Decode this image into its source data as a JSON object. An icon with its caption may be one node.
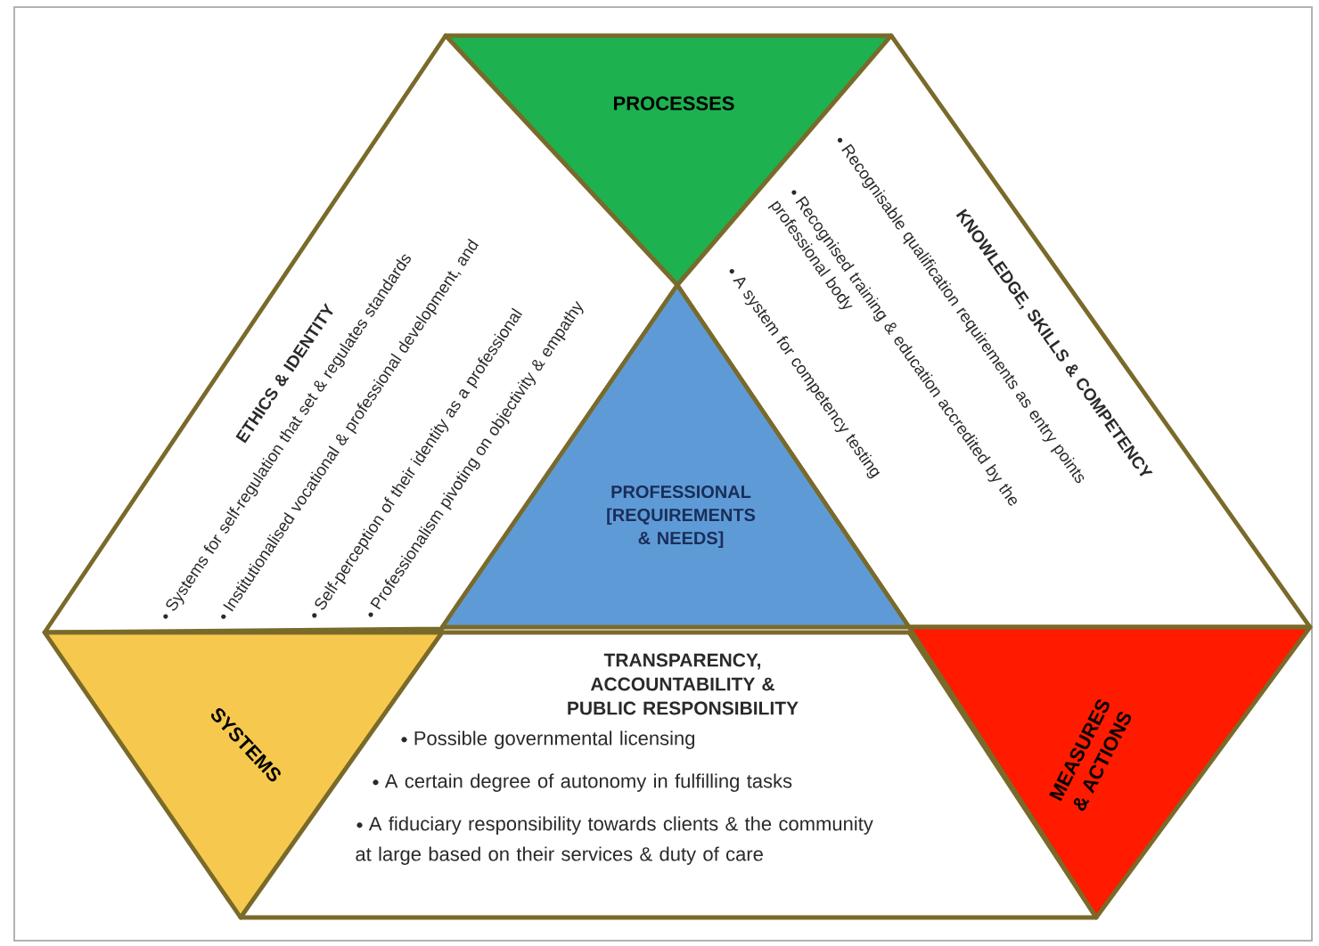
{
  "diagram": {
    "nodes": [
      {
        "text": [
          "PROCESSES"
        ]
      },
      {
        "text": [
          "ETHICS & IDENTITY",
          "Systems for self-regulation that set & regulates standards",
          "Institutionalised vocational & professional development, and",
          "Self-perception of their identity as a professional",
          "Professionalism pivoting on objectivity & empathy"
        ]
      },
      {
        "text": [
          "KNOWLEDGE, SKILLS & COMPETENCY",
          "Recognisable qualification requirements as entry points",
          "Recognised training & education accredited by the professional body",
          "A system for competency testing"
        ]
      },
      {
        "text": [
          "PROFESSIONAL [REQUIREMENTS & NEEDS]"
        ]
      },
      {
        "text": [
          "SYSTEMS"
        ]
      },
      {
        "text": [
          "TRANSPARENCY, ACCOUNTABILITY & PUBLIC RESPONSIBILITY",
          "Possible governmental licensing",
          "A certain degree of autonomy in fulfilling tasks",
          "A fiduciary responsibility towards clients & the community at large based on their services & duty of care"
        ]
      },
      {
        "text": [
          "MEASURES & ACTIONS"
        ]
      }
    ]
  }
}
